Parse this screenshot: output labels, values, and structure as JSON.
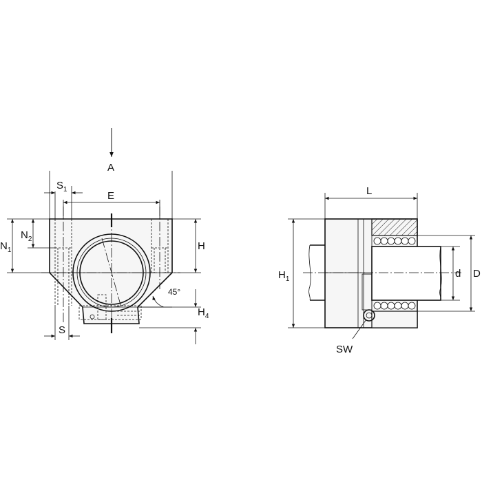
{
  "labels": {
    "view_direction": "A",
    "S1": {
      "main": "S",
      "sub": "1"
    },
    "E": "E",
    "N1": {
      "main": "N",
      "sub": "1"
    },
    "N2": {
      "main": "N",
      "sub": "2"
    },
    "H": "H",
    "H4": {
      "main": "H",
      "sub": "4"
    },
    "angle": "45°",
    "S": "S",
    "L": "L",
    "H1": {
      "main": "H",
      "sub": "1"
    },
    "d": "d",
    "D": "D",
    "SW": "SW"
  },
  "colors": {
    "line": "#111111",
    "background": "#ffffff",
    "hatch": "#111111"
  }
}
